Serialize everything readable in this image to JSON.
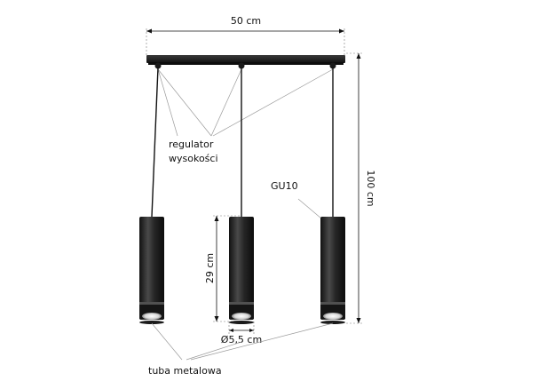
{
  "labels": {
    "width_dimension": "50 cm",
    "height_dimension": "100 cm",
    "tube_height": "29 cm",
    "tube_diameter": "Ø5,5 cm",
    "height_regulator_line1": "regulator",
    "height_regulator_line2": "wysokości",
    "bulb_type": "GU10",
    "tube_material": "tuba metalowa"
  },
  "colors": {
    "lamp_body": "#1c1c1c",
    "lamp_highlight": "#4a4a4a",
    "background": "#ffffff"
  }
}
